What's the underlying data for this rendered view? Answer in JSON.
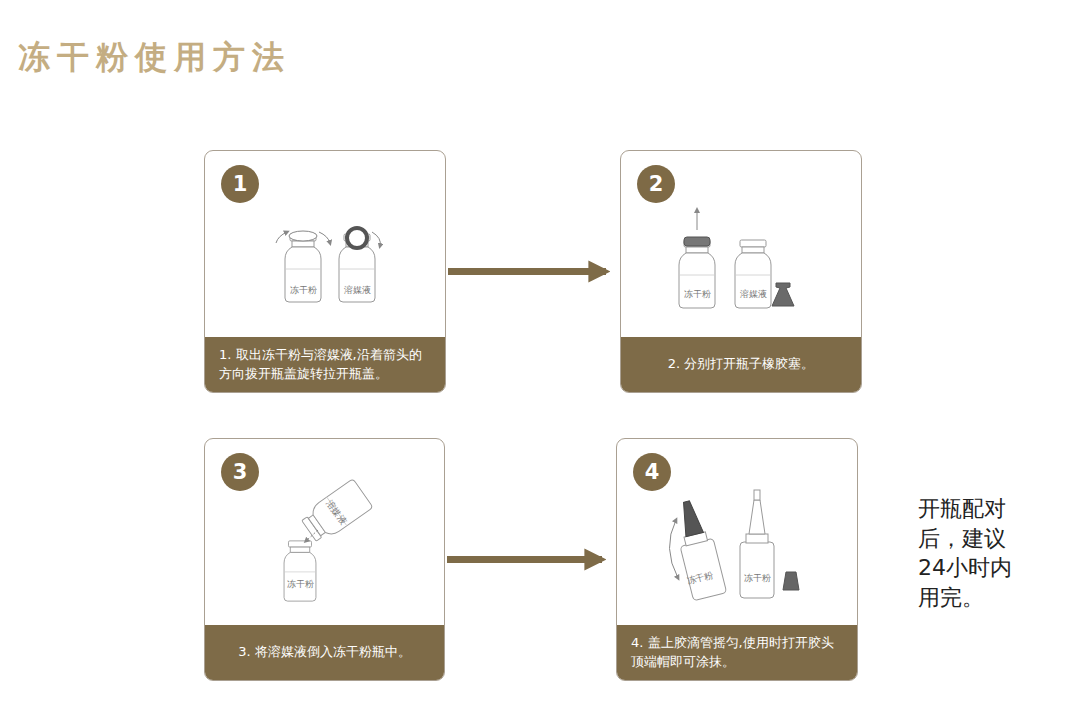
{
  "diagram": {
    "title": "冻干粉使用方法",
    "nodes": [
      {
        "text": [
          "1",
          "1. 取出冻干粉与溶媒液,沿着箭头的方向拨开瓶盖旋转拉开瓶盖。"
        ]
      },
      {
        "text": [
          "2",
          "2. 分别打开瓶子橡胶塞。"
        ]
      },
      {
        "text": [
          "3",
          "3. 将溶媒液倒入冻干粉瓶中。"
        ]
      },
      {
        "text": [
          "4",
          "4. 盖上胶滴管摇匀,使用时打开胶头顶端帽即可涂抹。"
        ]
      }
    ],
    "edges": [
      {
        "from": 0,
        "to": 1,
        "arrow": "to"
      },
      {
        "from": 2,
        "to": 3,
        "arrow": "to"
      }
    ],
    "labels": [
      "冻干粉",
      "溶媒液",
      "冻干粉",
      "溶媒液",
      "溶媒液",
      "冻干粉",
      "冻干粉",
      "冻干粉",
      "开瓶配对后，建议24小时内用完。"
    ]
  }
}
